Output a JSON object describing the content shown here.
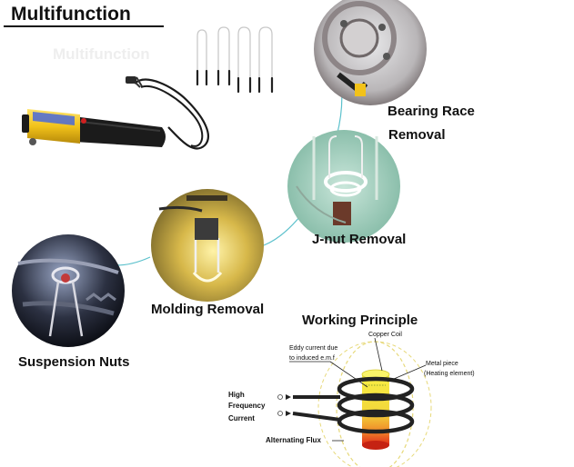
{
  "header": {
    "title": "Multifunction",
    "ghost_title": "Multifunction"
  },
  "applications": {
    "bearing_race_line1": "Bearing Race",
    "bearing_race_line2": "Removal",
    "jnut": "J-nut Removal",
    "molding": "Molding Removal",
    "suspension": "Suspension Nuts"
  },
  "principle": {
    "title": "Working Principle",
    "copper_coil": "Copper Coil",
    "eddy_line1": "Eddy current due",
    "eddy_line2": "to induced e.m.f",
    "metal_line1": "Metal piece",
    "metal_line2": "(Heating element)",
    "high": "High",
    "frequency": "Frequency",
    "current": "Current",
    "flux": "Alternating Flux"
  },
  "colors": {
    "connector": "#5cc1cc",
    "coil": "#222222",
    "metal_top": "#f7ef45",
    "metal_bottom": "#e02a1a",
    "flux": "#e7d97a",
    "tool_body": "#1b1b1b",
    "tool_head": "#f2c21a"
  }
}
